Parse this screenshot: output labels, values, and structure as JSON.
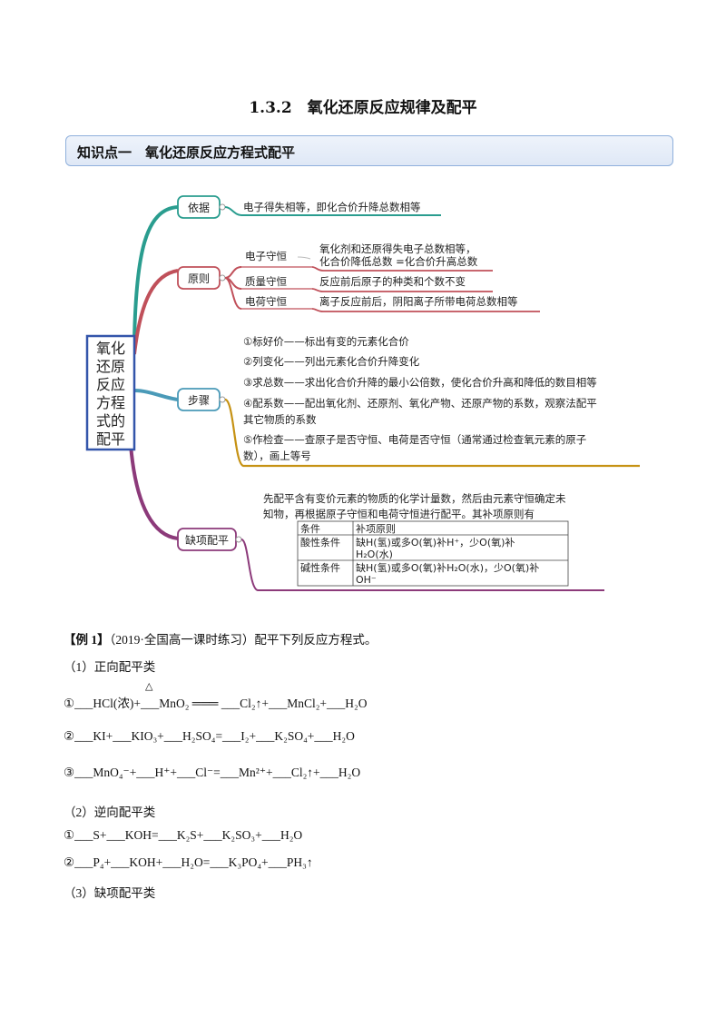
{
  "title": "1.3.2　氧化还原反应规律及配平",
  "knowledge_point": "知识点一　氧化还原反应方程式配平",
  "mindmap": {
    "center_chars": [
      "氧化",
      "还原",
      "反应",
      "方程",
      "式的",
      "配平"
    ],
    "basis": {
      "label": "依据",
      "text": "电子得失相等，即化合价升降总数相等"
    },
    "principle": {
      "label": "原则",
      "items": [
        {
          "name": "电子守恒",
          "lines": [
            "氧化剂和还原得失电子总数相等，",
            "化合价降低总数 =化合价升高总数"
          ]
        },
        {
          "name": "质量守恒",
          "lines": [
            "反应前后原子的种类和个数不变"
          ]
        },
        {
          "name": "电荷守恒",
          "lines": [
            "离子反应前后，阴阳离子所带电荷总数相等"
          ]
        }
      ]
    },
    "steps": {
      "label": "步骤",
      "lines": [
        "①标好价——标出有变的元素化合价",
        "②列变化——列出元素化合价升降变化",
        "③求总数——求出化合价升降的最小公倍数，使化合价升高和降低的数目相等",
        "④配系数——配出氧化剂、还原剂、氧化产物、还原产物的系数，观察法配平",
        "其它物质的系数",
        "⑤作检查——查原子是否守恒、电荷是否守恒（通常通过检查氧元素的原子",
        "数），画上等号"
      ]
    },
    "missing": {
      "label": "缺项配平",
      "intro": [
        "先配平含有变价元素的物质的化学计量数，然后由元素守恒确定未",
        "知物，再根据原子守恒和电荷守恒进行配平。其补项原则有"
      ],
      "table": {
        "headers": [
          "条件",
          "补项原则"
        ],
        "rows": [
          {
            "cond": "酸性条件",
            "lines": [
              "缺H(氢)或多O(氧)补H⁺，少O(氧)补",
              "H₂O(水)"
            ]
          },
          {
            "cond": "碱性条件",
            "lines": [
              "缺H(氢)或多O(氧)补H₂O(水)，少O(氧)补",
              "OH⁻"
            ]
          }
        ]
      }
    }
  },
  "example": {
    "tag": "【例 1】",
    "source": "（2019·全国高一课时练习）配平下列反应方程式。",
    "sec1": "（1）正向配平类",
    "eq1": "①___HCl(浓)+___MnO₂ ═══ ___Cl₂↑+___MnCl₂+___H₂O",
    "eq1_cond": "△",
    "eq2": "②___KI+___KIO₃+___H₂SO₄=___I₂+___K₂SO₄+___H₂O",
    "eq3": "③___MnO₄⁻+___H⁺+___Cl⁻=___Mn²⁺+___Cl₂↑+___H₂O",
    "sec2": "（2）逆向配平类",
    "eq4": "①___S+___KOH=___K₂S+___K₂SO₃+___H₂O",
    "eq5": "②___P₄+___KOH+___H₂O=___K₃PO₄+___PH₃↑",
    "sec3": "（3）缺项配平类"
  },
  "colors": {
    "basis": "#2a9d8f",
    "principle": "#c0505a",
    "steps": "#c69214",
    "missing": "#8c3a7a",
    "center_border": "#3355aa"
  }
}
